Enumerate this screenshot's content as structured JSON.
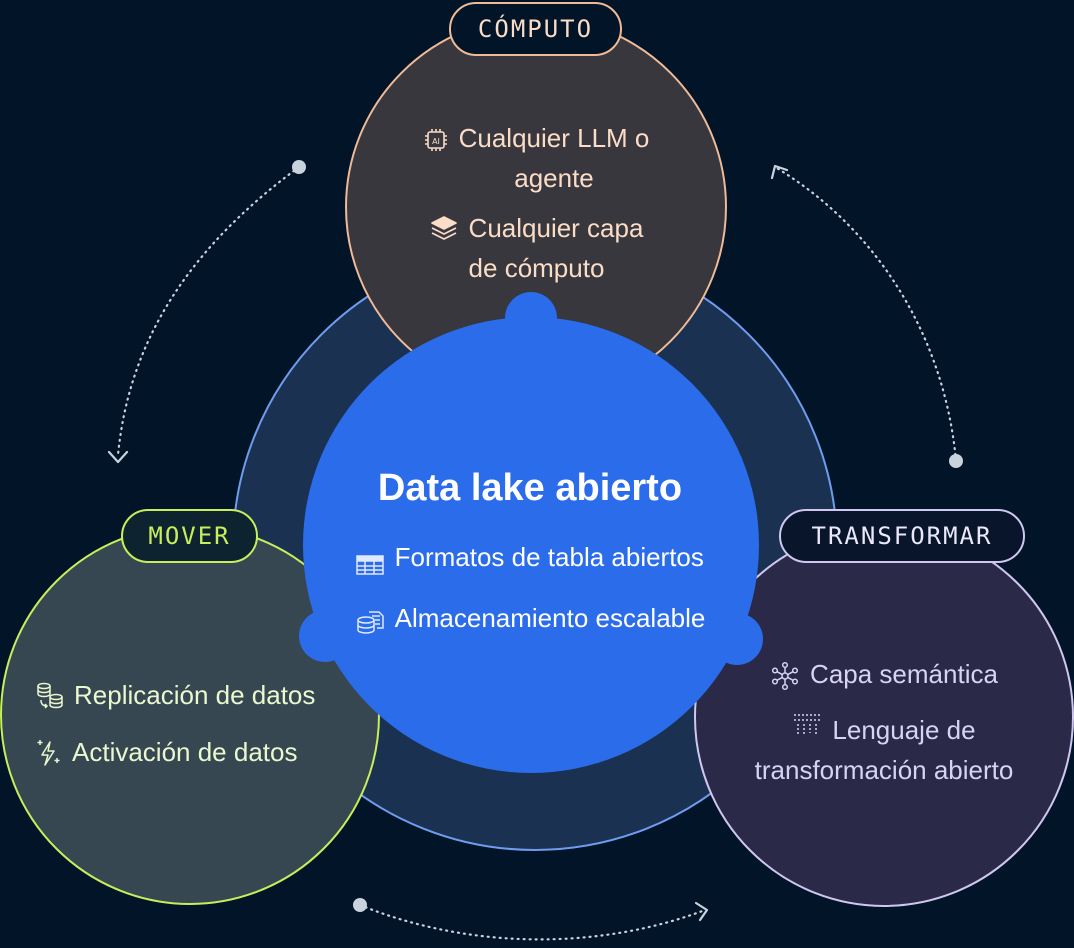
{
  "colors": {
    "background": "#021428",
    "outer_ring": "#1b3152",
    "outer_ring_border": "#6e9df0",
    "core": "#2a6cea",
    "compute_fill": "#37373d",
    "compute_border": "#f0ba96",
    "compute_text": "#fbdcc6",
    "mover_fill": "#374752",
    "mover_border": "#c6ef5b",
    "mover_text": "#eaf8cf",
    "transform_fill": "#2a2948",
    "transform_border": "#cfc7ef",
    "transform_text": "#d9d3f2"
  },
  "core": {
    "title": "Data lake abierto",
    "items": [
      {
        "icon": "table-icon",
        "label": "Formatos de tabla abiertos"
      },
      {
        "icon": "storage-icon",
        "label": "Almacenamiento escalable"
      }
    ]
  },
  "compute": {
    "tag": "CÓMPUTO",
    "items": [
      {
        "icon": "ai-chip-icon",
        "label_line1": "Cualquier LLM o",
        "label_line2": "agente"
      },
      {
        "icon": "layers-icon",
        "label_line1": "Cualquier capa",
        "label_line2": "de cómputo"
      }
    ]
  },
  "mover": {
    "tag": "MOVER",
    "items": [
      {
        "icon": "database-replication-icon",
        "label": "Replicación de datos"
      },
      {
        "icon": "lightning-sparkle-icon",
        "label": "Activación de datos"
      }
    ]
  },
  "transform": {
    "tag": "TRANSFORMAR",
    "items": [
      {
        "icon": "semantic-network-icon",
        "label": "Capa semántica"
      },
      {
        "icon": "transformation-grid-icon",
        "label_line1": "Lenguaje de",
        "label_line2": "transformación abierto"
      }
    ]
  }
}
